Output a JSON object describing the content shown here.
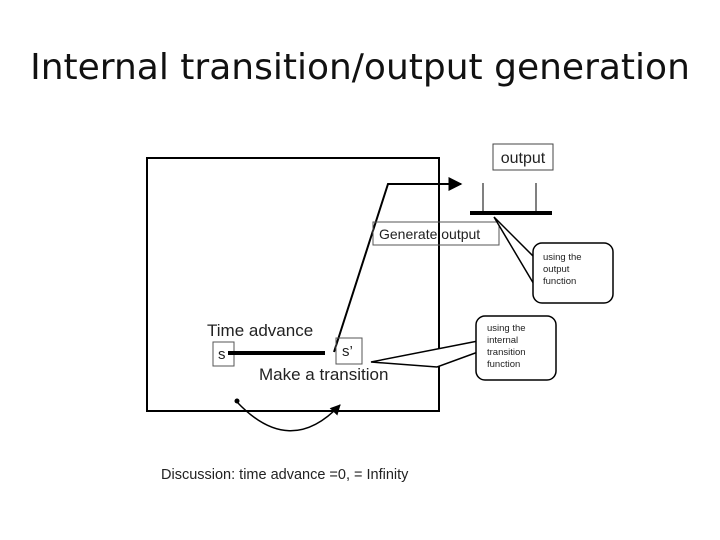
{
  "slide": {
    "title": "Internal transition/output generation"
  },
  "diagram": {
    "output_label": "output",
    "generate_output_label": "Generate output",
    "time_advance_label": "Time advance",
    "state_s_label": "s",
    "state_s_prime_label": "s’",
    "make_transition_label": "Make a transition",
    "callout_output": [
      "using the",
      "output",
      "function"
    ],
    "callout_internal": [
      "using the",
      "internal",
      "transition",
      "function"
    ],
    "discussion": "Discussion: time advance =0, = Infinity"
  }
}
